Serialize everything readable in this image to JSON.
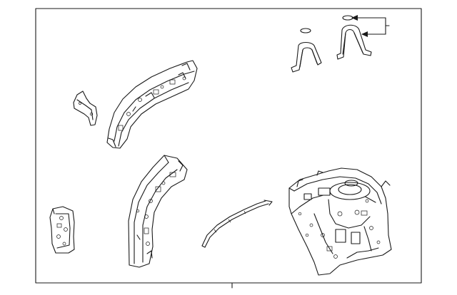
{
  "diagram": {
    "background": "#ffffff",
    "line_color": "#1a1a1a",
    "parts": [
      {
        "name": "seal-ring",
        "icon": "ring-icon"
      },
      {
        "name": "seal-ring",
        "icon": "ring-icon"
      },
      {
        "name": "bracket-clip",
        "icon": "bracket-icon"
      },
      {
        "name": "bracket-clip",
        "icon": "bracket-icon"
      },
      {
        "name": "small-bracket",
        "icon": "bracket-icon"
      },
      {
        "name": "upper-wheelhouse-reinforcement",
        "icon": "panel-icon"
      },
      {
        "name": "lower-wheelhouse-reinforcement",
        "icon": "panel-icon"
      },
      {
        "name": "gusset-plate",
        "icon": "plate-icon"
      },
      {
        "name": "weatherstrip",
        "icon": "strip-icon"
      },
      {
        "name": "apron-assembly",
        "icon": "assembly-icon"
      }
    ]
  }
}
